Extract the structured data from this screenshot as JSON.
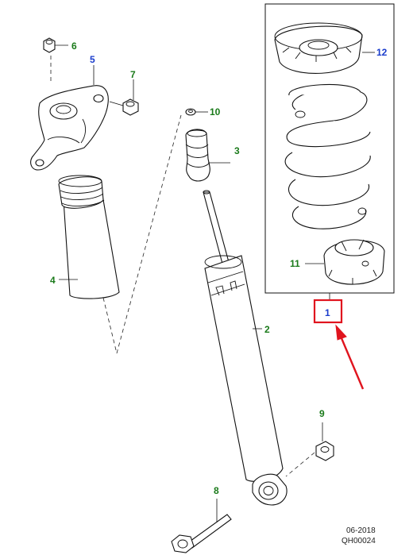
{
  "colors": {
    "callout_green": "#1a7a1a",
    "callout_blue": "#1a3ccc",
    "highlight_red": "#e0141e",
    "line": "#111111"
  },
  "callouts": {
    "c1": "1",
    "c2": "2",
    "c3": "3",
    "c4": "4",
    "c5": "5",
    "c6": "6",
    "c7": "7",
    "c8": "8",
    "c9": "9",
    "c10": "10",
    "c11": "11",
    "c12": "12"
  },
  "footer": {
    "date": "06-2018",
    "code": "QH00024"
  }
}
